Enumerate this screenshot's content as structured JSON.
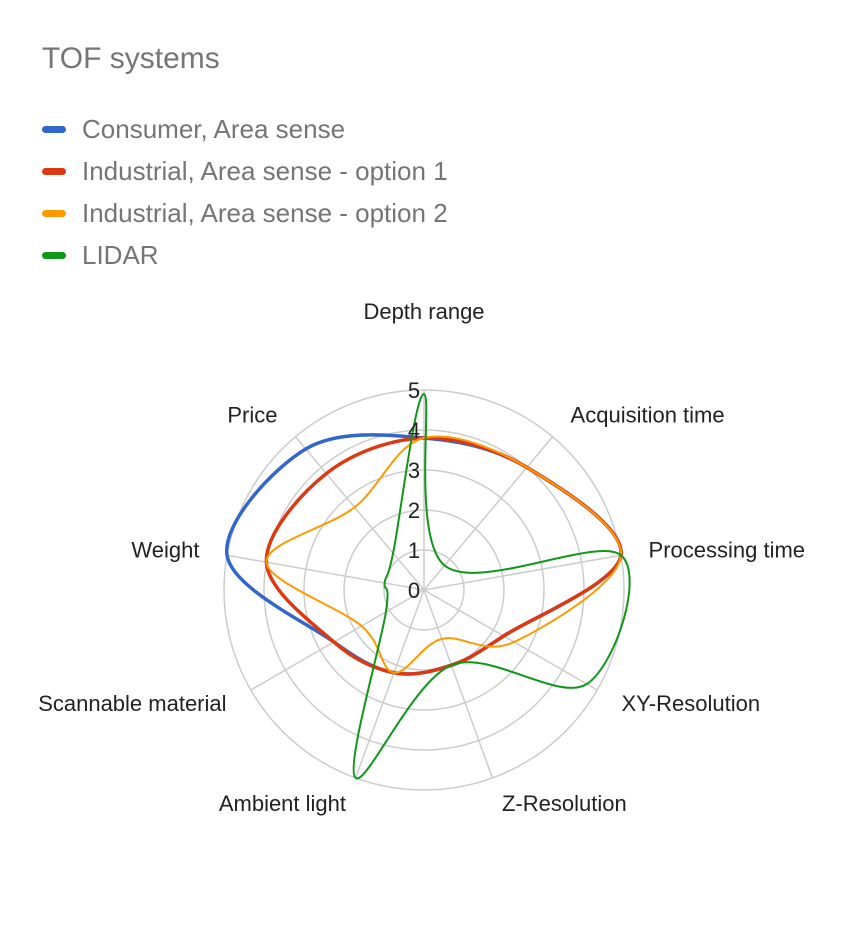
{
  "chart_data": {
    "type": "radar",
    "title": "TOF systems",
    "axes": [
      "Depth range",
      "Acquisition time",
      "Processing time",
      "XY-Resolution",
      "Z-Resolution",
      "Ambient light",
      "Scannable material",
      "Weight",
      "Price"
    ],
    "r_ticks": [
      "0",
      "1",
      "2",
      "3",
      "4",
      "5"
    ],
    "r_range": [
      0,
      5
    ],
    "grid": true,
    "legend_position": "top",
    "series": [
      {
        "name": "Consumer, Area sense",
        "color": "#3366cc",
        "stroke_width": 3.5,
        "values": [
          3.8,
          4.0,
          5.0,
          2.3,
          2.0,
          2.2,
          2.6,
          5.0,
          4.6
        ]
      },
      {
        "name": "Industrial, Area sense - option 1",
        "color": "#dc3912",
        "stroke_width": 3.5,
        "values": [
          3.8,
          4.0,
          5.0,
          2.3,
          2.0,
          2.2,
          2.6,
          4.0,
          3.8
        ]
      },
      {
        "name": "Industrial, Area sense - option 2",
        "color": "#ff9900",
        "stroke_width": 2,
        "values": [
          3.8,
          4.0,
          5.0,
          2.6,
          1.3,
          2.2,
          1.8,
          4.0,
          2.7
        ]
      },
      {
        "name": "LIDAR",
        "color": "#109618",
        "stroke_width": 2,
        "values": [
          4.9,
          0.8,
          5.0,
          4.7,
          2.0,
          5.0,
          1.1,
          1.0,
          1.2
        ]
      }
    ]
  }
}
